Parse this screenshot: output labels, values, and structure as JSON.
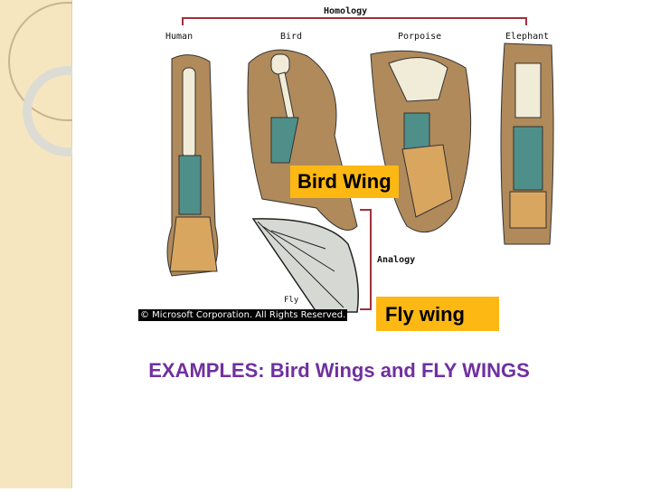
{
  "diagram": {
    "homology_label": "Homology",
    "analogy_label": "Analogy",
    "species": [
      "Human",
      "Bird",
      "Porpoise",
      "Elephant"
    ],
    "fly_label": "Fly",
    "copyright": "© Microsoft Corporation. All Rights Reserved.",
    "bracket_color": "#a0303a"
  },
  "callouts": {
    "bird_wing": "Bird Wing",
    "fly_wing": "Fly wing",
    "color": "#fdb813"
  },
  "slide": {
    "title": "EXAMPLES: Bird Wings and FLY WINGS",
    "title_color": "#7030a0"
  }
}
